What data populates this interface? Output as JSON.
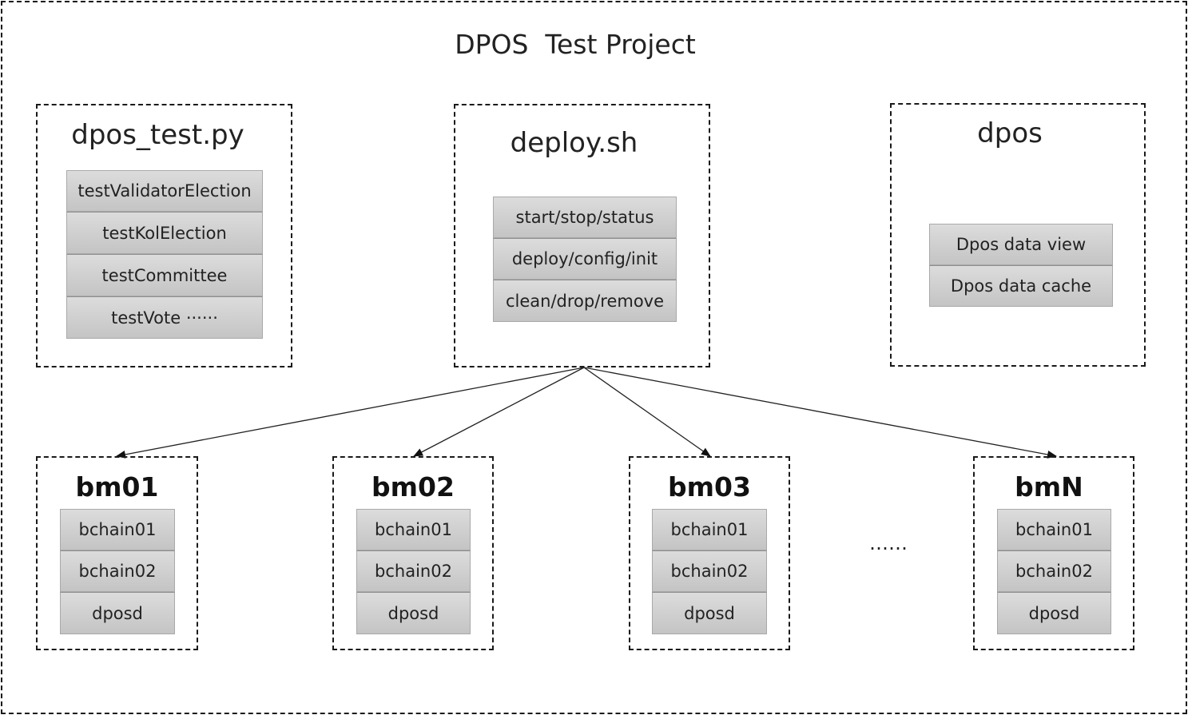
{
  "title": "DPOS  Test Project",
  "modules": [
    {
      "title": "dpos_test.py",
      "items": [
        "testValidatorElection",
        "testKolElection",
        "testCommittee",
        "testVote ······"
      ]
    },
    {
      "title": "deploy.sh",
      "items": [
        "start/stop/status",
        "deploy/config/init",
        "clean/drop/remove"
      ]
    },
    {
      "title": "dpos",
      "items": [
        "Dpos data view",
        "Dpos data cache"
      ]
    }
  ],
  "nodes": [
    {
      "title": "bm01",
      "items": [
        "bchain01",
        "bchain02",
        "dposd"
      ]
    },
    {
      "title": "bm02",
      "items": [
        "bchain01",
        "bchain02",
        "dposd"
      ]
    },
    {
      "title": "bm03",
      "items": [
        "bchain01",
        "bchain02",
        "dposd"
      ]
    },
    {
      "title": "bmN",
      "items": [
        "bchain01",
        "bchain02",
        "dposd"
      ]
    }
  ],
  "ellipsis": "……"
}
